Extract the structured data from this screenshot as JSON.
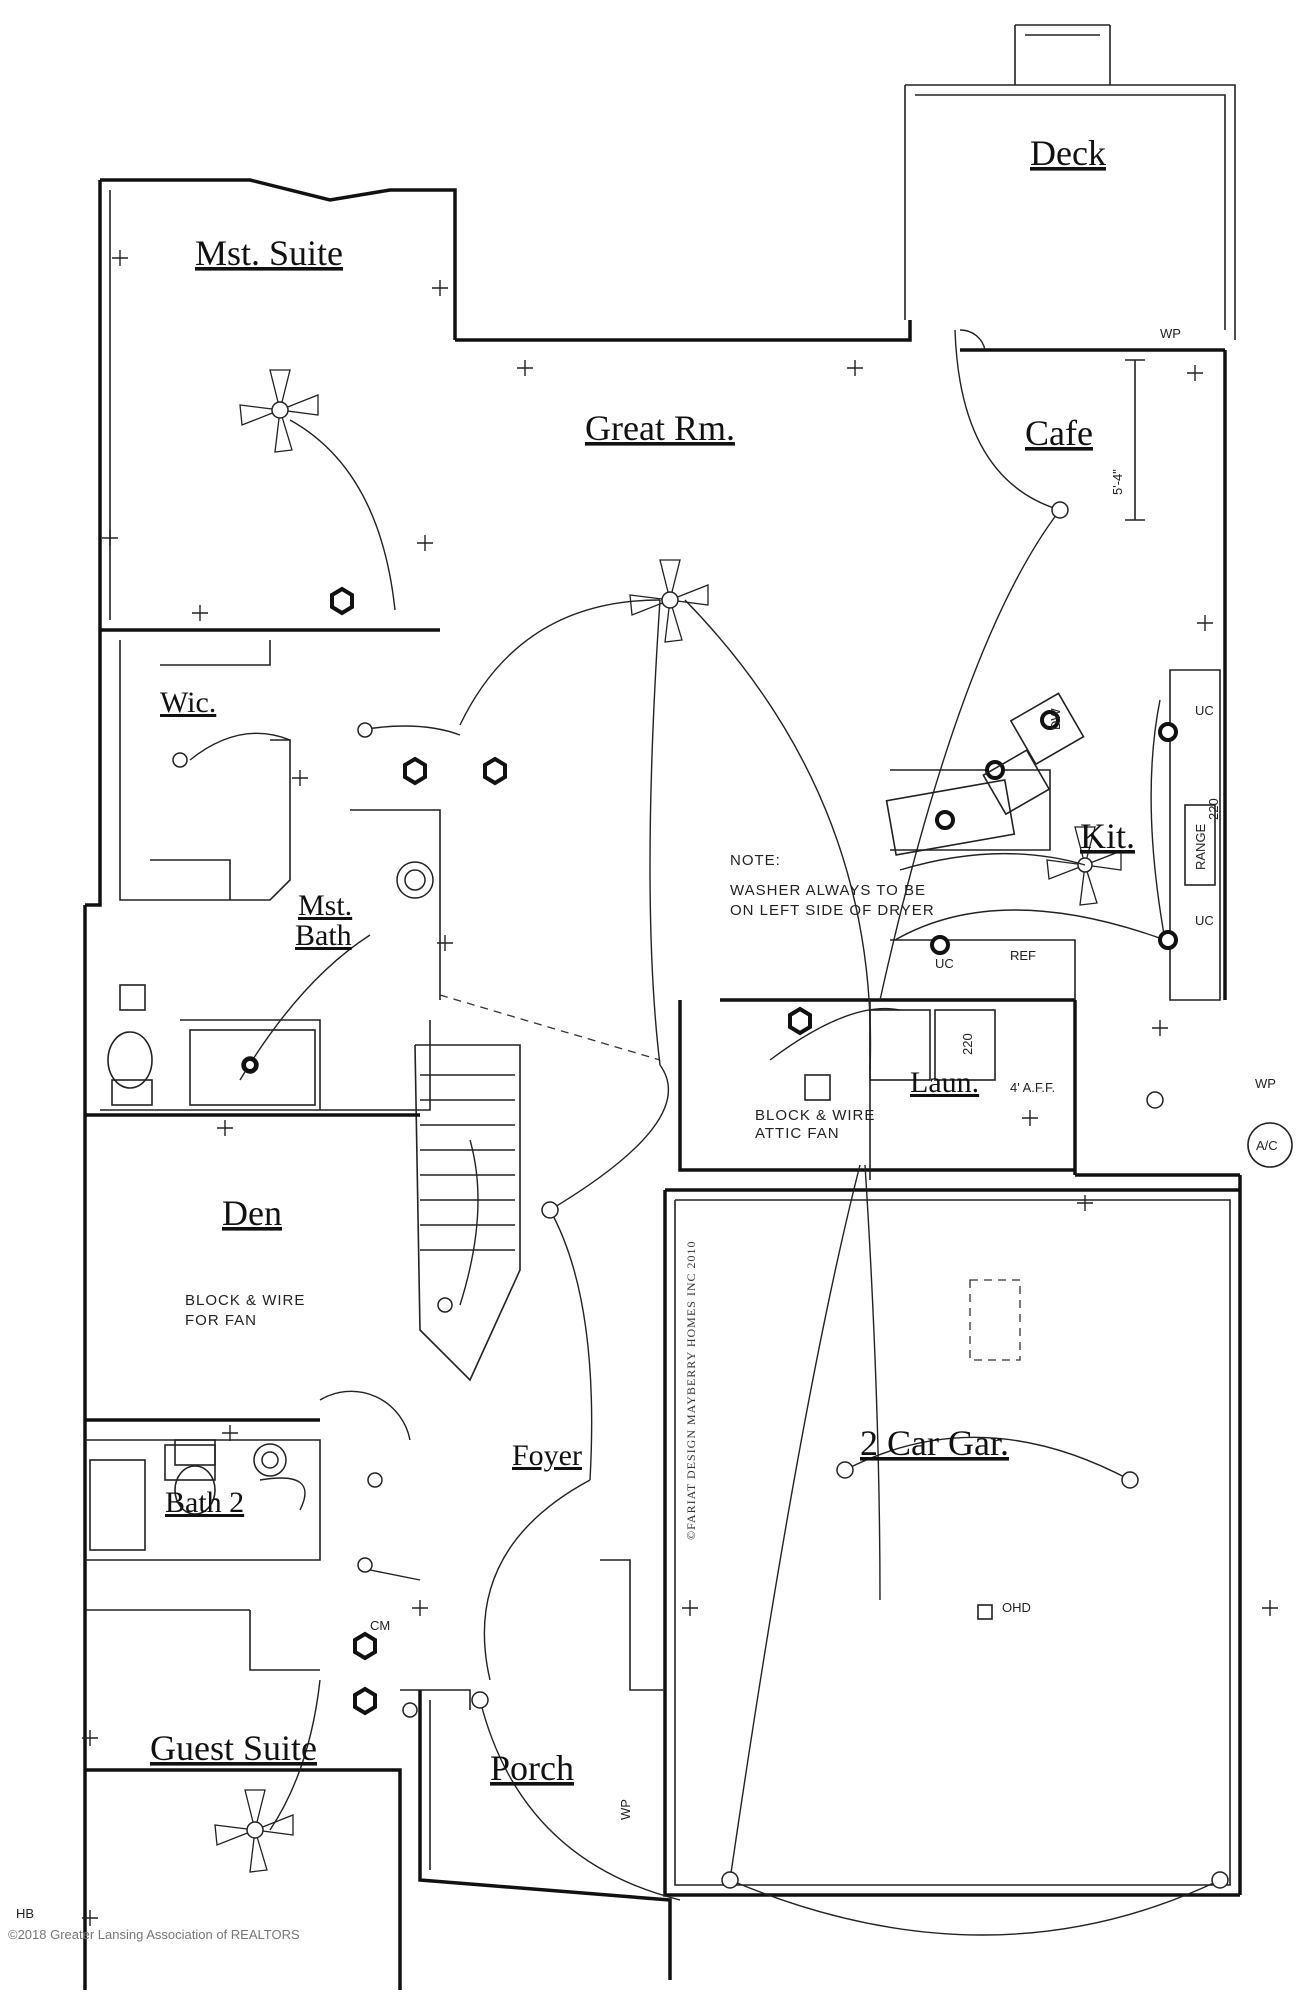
{
  "rooms": {
    "deck": "Deck",
    "master_suite": "Mst. Suite",
    "great_room": "Great Rm.",
    "cafe": "Cafe",
    "wic": "Wic.",
    "master_bath_1": "Mst.",
    "master_bath_2": "Bath",
    "kitchen": "Kit.",
    "laundry": "Laun.",
    "den": "Den",
    "foyer": "Foyer",
    "garage": "2 Car Gar.",
    "bath2": "Bath 2",
    "guest_suite": "Guest Suite",
    "porch": "Porch"
  },
  "notes": {
    "note_title": "NOTE:",
    "note_line1": "WASHER ALWAYS TO BE",
    "note_line2": "ON LEFT SIDE OF DRYER",
    "den_line1": "BLOCK & WIRE",
    "den_line2": "FOR FAN",
    "laundry_line1": "BLOCK & WIRE",
    "laundry_line2": "ATTIC FAN"
  },
  "labels": {
    "dimension_cafe": "5'-4\"",
    "range": "RANGE",
    "range_volt": "220",
    "uc_top": "UC",
    "uc_bottom": "UC",
    "uc_laundry": "UC",
    "ref": "REF",
    "dw": "DW",
    "laun_220": "220",
    "aff": "4' A.F.F.",
    "ac": "A/C",
    "wp_deck": "WP",
    "wp_laundry": "WP",
    "wp_porch": "WP",
    "ohd": "OHD",
    "cm": "CM",
    "hb": "HB"
  },
  "designer_credit": "©FARIAT DESIGN MAYBERRY HOMES INC 2010",
  "watermark": "©2018 Greater Lansing Association of REALTORS"
}
